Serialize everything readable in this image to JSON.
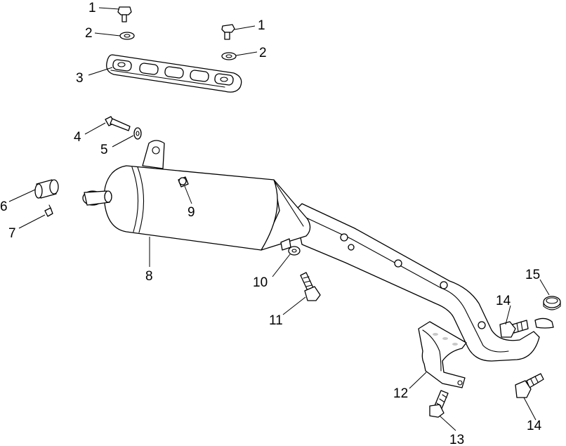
{
  "callouts": {
    "c1a": "1",
    "c1b": "1",
    "c2a": "2",
    "c2b": "2",
    "c3": "3",
    "c4": "4",
    "c5": "5",
    "c6": "6",
    "c7": "7",
    "c8": "8",
    "c9": "9",
    "c10": "10",
    "c11": "11",
    "c12": "12",
    "c13": "13",
    "c14a": "14",
    "c14b": "14",
    "c15": "15"
  },
  "parts": {
    "p1": "bolt-icon",
    "p2": "washer-icon",
    "p3": "mounting-bracket",
    "p4": "bolt-icon",
    "p5": "washer-icon",
    "p6": "tailpipe-cap",
    "p7": "screw-icon",
    "p8": "muffler",
    "p9": "plug-icon",
    "p10": "washer-icon",
    "p11": "bolt-icon",
    "p12": "heat-shield",
    "p13": "bolt-icon",
    "p14": "bolt-icon",
    "p15": "gasket-ring"
  }
}
